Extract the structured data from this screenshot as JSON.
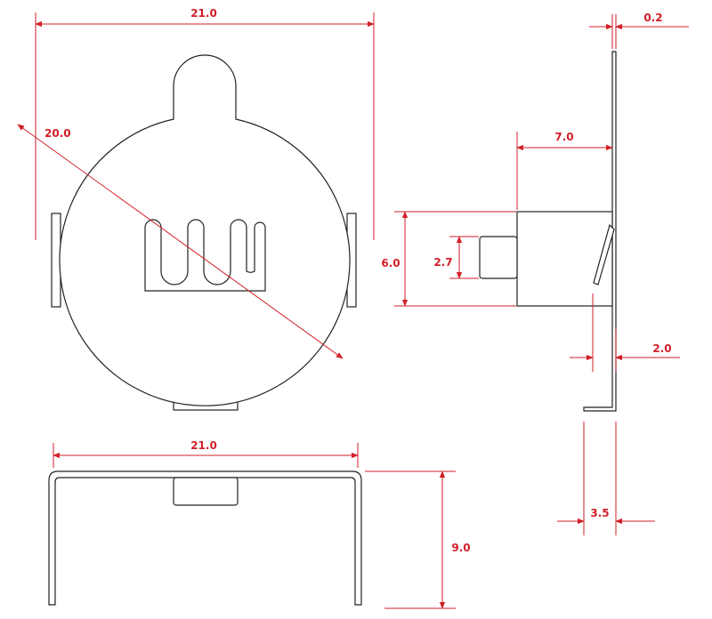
{
  "colors": {
    "outline": "#222222",
    "dimension": "#d21f2a",
    "background": "#ffffff"
  },
  "dimensions": {
    "front_width": "21.0",
    "front_diameter": "20.0",
    "side_thickness": "0.2",
    "side_depth": "7.0",
    "side_height": "6.0",
    "side_tab_height": "2.7",
    "side_offset": "2.0",
    "side_foot": "3.5",
    "bottom_width": "21.0",
    "bottom_height": "9.0"
  }
}
